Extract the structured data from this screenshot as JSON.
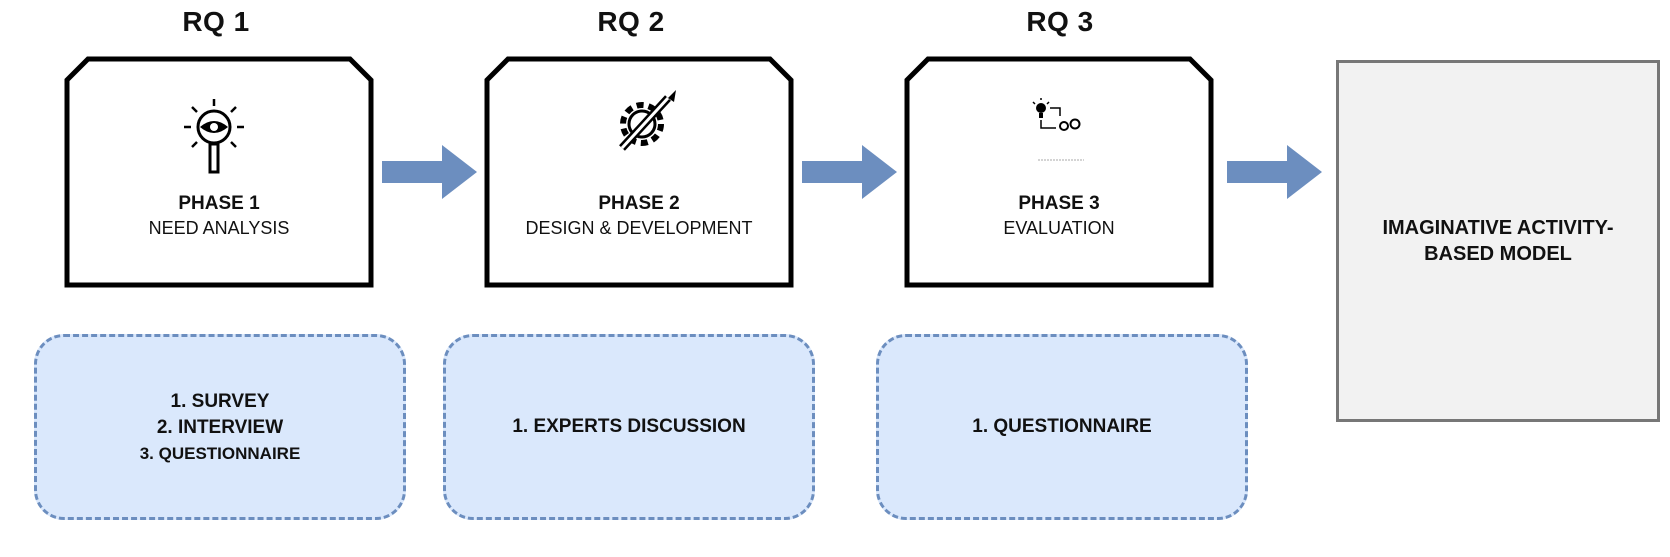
{
  "research_questions": [
    "RQ 1",
    "RQ 2",
    "RQ 3"
  ],
  "phases": [
    {
      "label": "PHASE 1",
      "title": "NEED ANALYSIS",
      "icon": "magnifier-eye-icon"
    },
    {
      "label": "PHASE 2",
      "title": "DESIGN & DEVELOPMENT",
      "icon": "gear-pencil-icon"
    },
    {
      "label": "PHASE 3",
      "title": "EVALUATION",
      "icon": "lightbulb-gears-icon"
    }
  ],
  "methods": [
    {
      "items": [
        "1. SURVEY",
        "2. INTERVIEW",
        "3. QUESTIONNAIRE"
      ]
    },
    {
      "items": [
        "1. EXPERTS DISCUSSION"
      ]
    },
    {
      "items": [
        "1. QUESTIONNAIRE"
      ]
    }
  ],
  "outcome": {
    "text": "IMAGINATIVE ACTIVITY-BASED MODEL"
  },
  "colors": {
    "arrow": "#6c8ebf",
    "method_fill": "#dae8fc",
    "method_border": "#6c8ebf",
    "phase_border": "#000000",
    "outcome_fill": "#f2f2f2",
    "outcome_border": "#777777"
  }
}
